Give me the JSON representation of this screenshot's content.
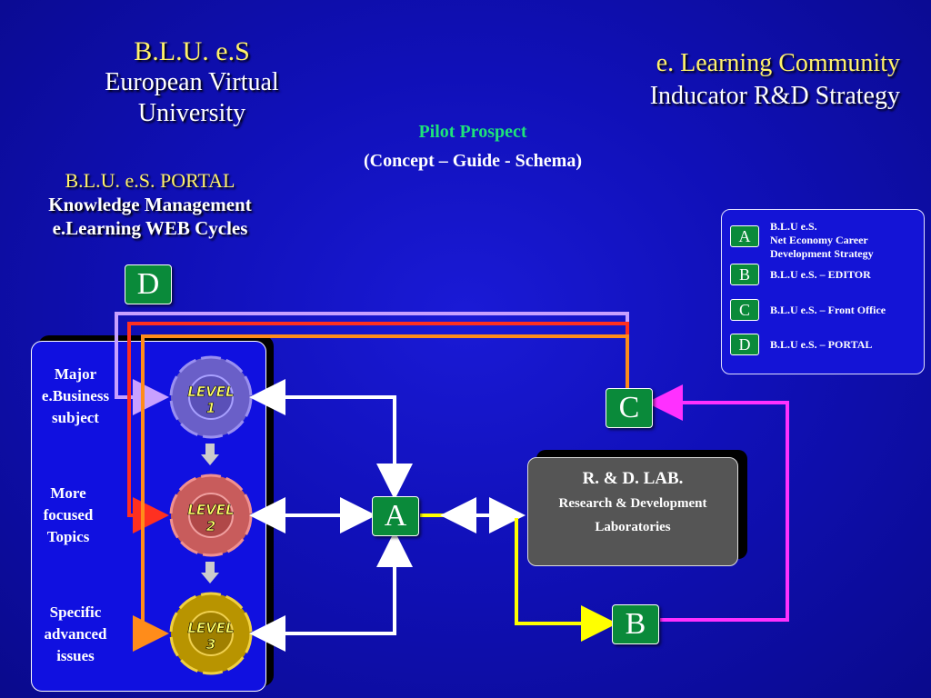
{
  "header_left": {
    "line1": "B.L.U. e.S",
    "line2": "European Virtual",
    "line3": "University"
  },
  "header_right": {
    "line1": "e. Learning  Community",
    "line2": "Inducator  R&D  Strategy"
  },
  "pilot": {
    "title": "Pilot Prospect",
    "subtitle": "(Concept – Guide - Schema)"
  },
  "portal": {
    "line1": "B.L.U. e.S.  PORTAL",
    "line2": "Knowledge Management",
    "line3": "e.Learning  WEB Cycles"
  },
  "nodes": {
    "a": "A",
    "b": "B",
    "c": "C",
    "d": "D"
  },
  "legend": {
    "items": [
      {
        "letter": "A",
        "text_lines": [
          "B.L.U e.S.",
          "Net Economy Career",
          "Development Strategy"
        ]
      },
      {
        "letter": "B",
        "text": "B.L.U e.S. – EDITOR"
      },
      {
        "letter": "C",
        "text": "B.L.U e.S.  –  Front Office"
      },
      {
        "letter": "D",
        "text": "B.L.U e.S. – PORTAL"
      }
    ]
  },
  "levels": [
    {
      "subject_lines": [
        "Major",
        "e.Business",
        "subject"
      ],
      "label": "LEVEL",
      "number": "1",
      "color": "#7a6fd6"
    },
    {
      "subject_lines": [
        "More",
        "focused",
        "Topics"
      ],
      "label": "LEVEL",
      "number": "2",
      "color": "#d46a6a"
    },
    {
      "subject_lines": [
        "Specific",
        "advanced",
        "issues"
      ],
      "label": "LEVEL",
      "number": "3",
      "color": "#c9a400"
    }
  ],
  "lab": {
    "title": "R. & D.   LAB.",
    "line2": "Research  &  Development",
    "line3": "Laboratories"
  },
  "colors": {
    "background": "#1010b8",
    "node_green": "#0a8a3a",
    "title_yellow": "#fff26b",
    "pilot_green": "#1ee27a",
    "line_lavender": "#c8a0ff",
    "line_red": "#ff3020",
    "line_orange": "#ff8c1a",
    "line_white": "#ffffff",
    "line_yellow": "#ffff00",
    "line_magenta": "#ff30ff"
  }
}
